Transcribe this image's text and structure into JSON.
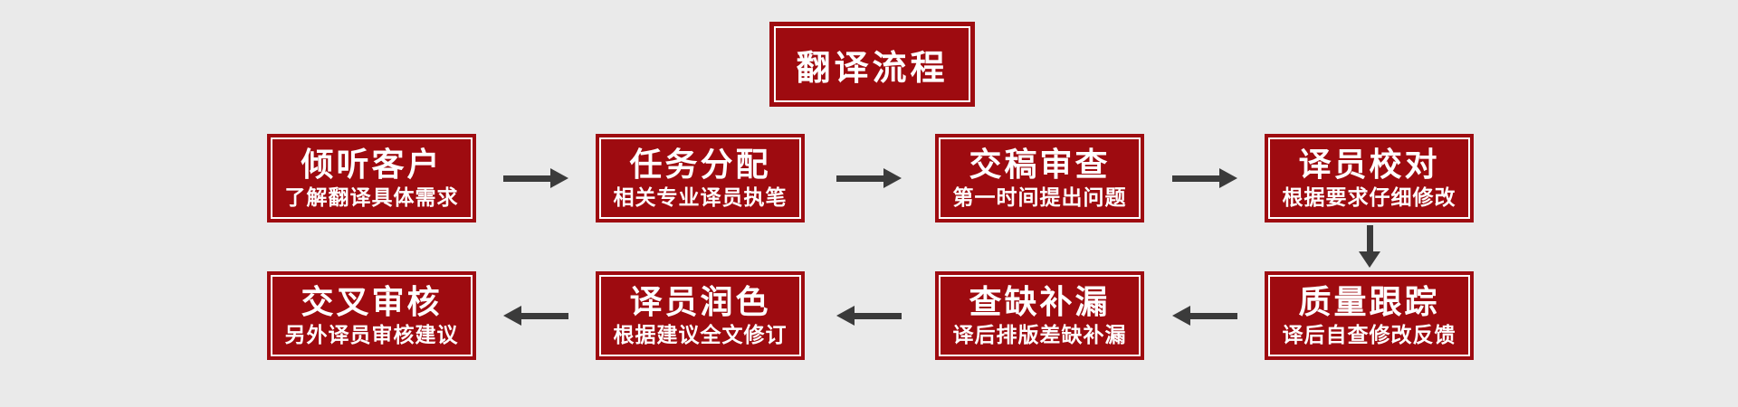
{
  "colors": {
    "background": "#EAEAEA",
    "box_red": "#9E0B10",
    "box_border_white": "#FFFFFF",
    "text_white": "#FFFFFF",
    "arrow_gray": "#3B3B3B"
  },
  "title": {
    "label": "翻译流程"
  },
  "flow": {
    "row1": [
      {
        "title": "倾听客户",
        "subtitle": "了解翻译具体需求"
      },
      {
        "title": "任务分配",
        "subtitle": "相关专业译员执笔"
      },
      {
        "title": "交稿审查",
        "subtitle": "第一时间提出问题"
      },
      {
        "title": "译员校对",
        "subtitle": "根据要求仔细修改"
      }
    ],
    "row2": [
      {
        "title": "交叉审核",
        "subtitle": "另外译员审核建议"
      },
      {
        "title": "译员润色",
        "subtitle": "根据建议全文修订"
      },
      {
        "title": "查缺补漏",
        "subtitle": "译后排版差缺补漏"
      },
      {
        "title": "质量跟踪",
        "subtitle": "译后自查修改反馈"
      }
    ],
    "arrows": {
      "row1_direction": "right",
      "row2_direction": "left",
      "connector_direction": "down"
    }
  }
}
